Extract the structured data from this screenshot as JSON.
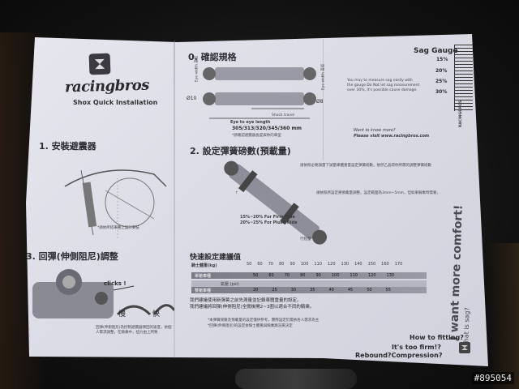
{
  "brand": {
    "logo_text": "racingbros",
    "subtitle": "Shox Quick Installation"
  },
  "section1": {
    "title": "1. 安裝避震器",
    "note": "*請依所搭車種之設計安裝"
  },
  "section3": {
    "title": "3. 回彈(伸側阻尼)調整",
    "clicks": "clicks !",
    "slow": "慢",
    "fast": "快",
    "desc": "回彈(伸側阻尼)為控制避震器彈回的速度，依個人需求調整，在騎乘中，扭力由上所致"
  },
  "section0": {
    "title": "0. 確認規格",
    "eye_width_left": "Eye width 直徑",
    "eye_width_right": "Eye width 直徑",
    "dim_left": "Ø10",
    "dim_right": "Ø8",
    "shock_travel": "Shock travel",
    "eye_to_eye": "Eye to eye length",
    "lengths": "305/313/320/345/360 mm",
    "note": "*請確認避震器長度與你的車型"
  },
  "section2": {
    "title": "2. 設定彈簧磅數(預載量)",
    "firm": "15%~20% For Firm Ride",
    "plush": "20%~25% For Plush Ride",
    "travel_label": "行程量",
    "desc1": "請依照必要調量下試量車體重量設定彈簧磅數，依然乙晶得你所需的調整彈簧磅數",
    "desc2": "請依照所設定將預載量調整，設定範圍為3mm~5mm，但如果騎乘時需要，"
  },
  "sag": {
    "title": "Sag Gauge",
    "ticks": [
      "15%",
      "20%",
      "25%",
      "30%"
    ],
    "text1": "You may to measure sag easily with",
    "text2": "the gauge.Do Not let sag measurement",
    "text3": "over 30%, it's possible cause damage.",
    "more": "Want to know more?",
    "web": "Please visit www.racingbros.com",
    "vertical_brand": "RACINGBROS"
  },
  "table": {
    "title": "快速設定建議值",
    "row_label": "騎士體重(kg)",
    "weights": [
      "50",
      "60",
      "70",
      "80",
      "90",
      "100",
      "110",
      "120",
      "130",
      "140",
      "150",
      "160",
      "170"
    ],
    "row1_label": "單槍車種",
    "row1_values": [
      "50",
      "60",
      "70",
      "80",
      "90",
      "100",
      "110",
      "120",
      "130"
    ],
    "row2_label": "雙槍車種",
    "row2_sub": "氣壓 (psi)",
    "row2_values": [
      "20",
      "25",
      "30",
      "35",
      "40",
      "45",
      "50",
      "55"
    ],
    "note1": "我們建議使用新彈簧之前先測量並記錄車體重量的設定。",
    "note2": "我們建議將回彈(伸側阻尼)全關後開2~3圈以適合不同的騎乘。",
    "fine1": "*本彈簧磅數及預載量的設定僅供參考，實際設定仍需依各人需求為主",
    "fine2": "*回彈(伸側阻尼)的設定依騎士體重與騎乘路況來決定"
  },
  "right_bottom": {
    "what_is_sag": "What is sag?",
    "want_comfort": "I want more comfort!",
    "fitting": "How to fitting?",
    "too_firm": "It's too firm!?",
    "rebound": "Rebound?Compression?"
  },
  "watermark": "#895054"
}
